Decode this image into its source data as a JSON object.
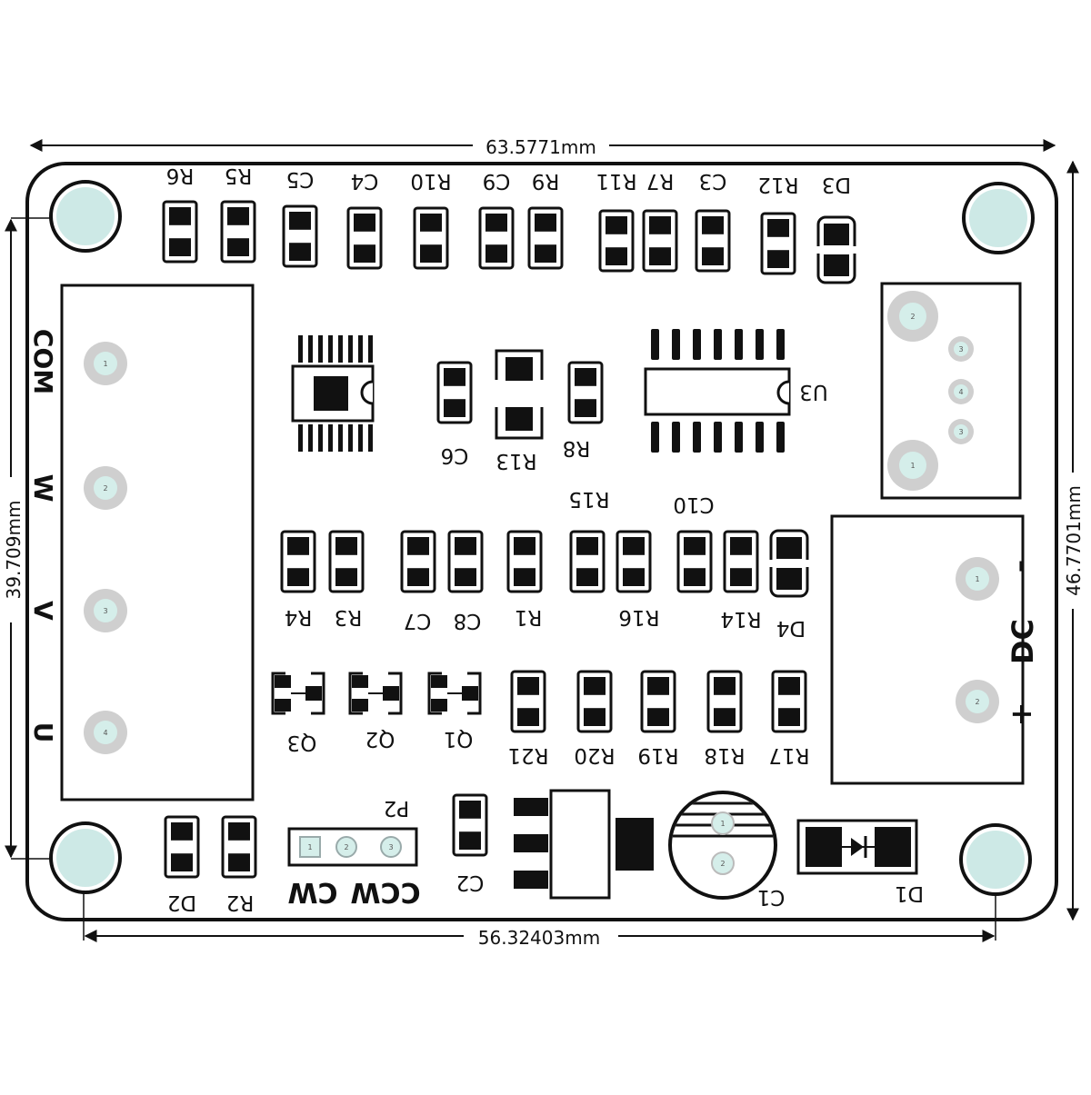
{
  "dimensions": {
    "top_width": "63.5771mm",
    "right_height": "46.7701mm",
    "left_height": "39.709mm",
    "bottom_width": "56.32403mm"
  },
  "motor_labels": {
    "com": "COM",
    "w": "W",
    "v": "V",
    "u": "U"
  },
  "dc_labels": {
    "dc": "DC",
    "minus": "-",
    "plus": "+"
  },
  "switch_labels": {
    "ccw": "CCW",
    "cw": "CW"
  },
  "pin_numbers": {
    "p1": "1",
    "p2": "2",
    "p3": "3",
    "p4": "4"
  },
  "components": {
    "top_row": [
      "R6",
      "R5",
      "C5",
      "C4",
      "R10",
      "C9",
      "R9",
      "R11",
      "R7",
      "C3",
      "R12",
      "D3"
    ],
    "middle": [
      "C6",
      "R13",
      "R8",
      "U3"
    ],
    "row2_bottom": [
      "R4",
      "R3",
      "C7",
      "C8",
      "R1",
      "R16",
      "R14",
      "D4"
    ],
    "row2_top": [
      "R15",
      "C10"
    ],
    "transistors": [
      "Q3",
      "Q2",
      "Q1"
    ],
    "row3": [
      "R21",
      "R20",
      "R19",
      "R18",
      "R17"
    ],
    "bottom": [
      "D2",
      "R2",
      "P2",
      "C2",
      "C1",
      "D1"
    ]
  }
}
